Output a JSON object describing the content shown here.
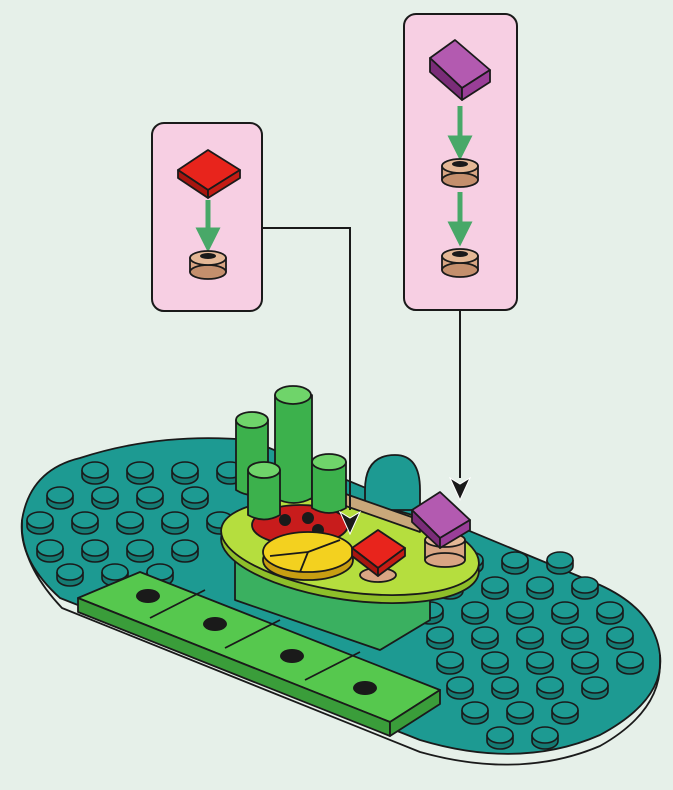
{
  "diagram": {
    "step_callouts": [
      {
        "id": "callout-left",
        "parts": [
          "red-slope-tile-1x1",
          "tan-round-plate-1x1"
        ],
        "part_colors": [
          "#e8241c",
          "#d9a583"
        ]
      },
      {
        "id": "callout-right",
        "parts": [
          "purple-slope-tile-1x1",
          "tan-round-plate-1x1",
          "tan-round-plate-1x1"
        ],
        "part_colors": [
          "#9a3e98",
          "#d9a583",
          "#d9a583"
        ]
      }
    ],
    "colors": {
      "background": "#e6f0e9",
      "callout_fill": "#f7cfe3",
      "base_plate": "#1d9a92",
      "lime_plate": "#b5de3e",
      "green_tiles": "#56c84e",
      "plant_green": "#3cb14c",
      "yellow_dish": "#f3d11f",
      "assembly_arrow": "#48a868",
      "tan": "#d9a583"
    },
    "icons": [
      "red-slope-icon",
      "purple-slope-icon",
      "round-plate-icon",
      "stud-icon",
      "arrow-down-icon"
    ]
  }
}
